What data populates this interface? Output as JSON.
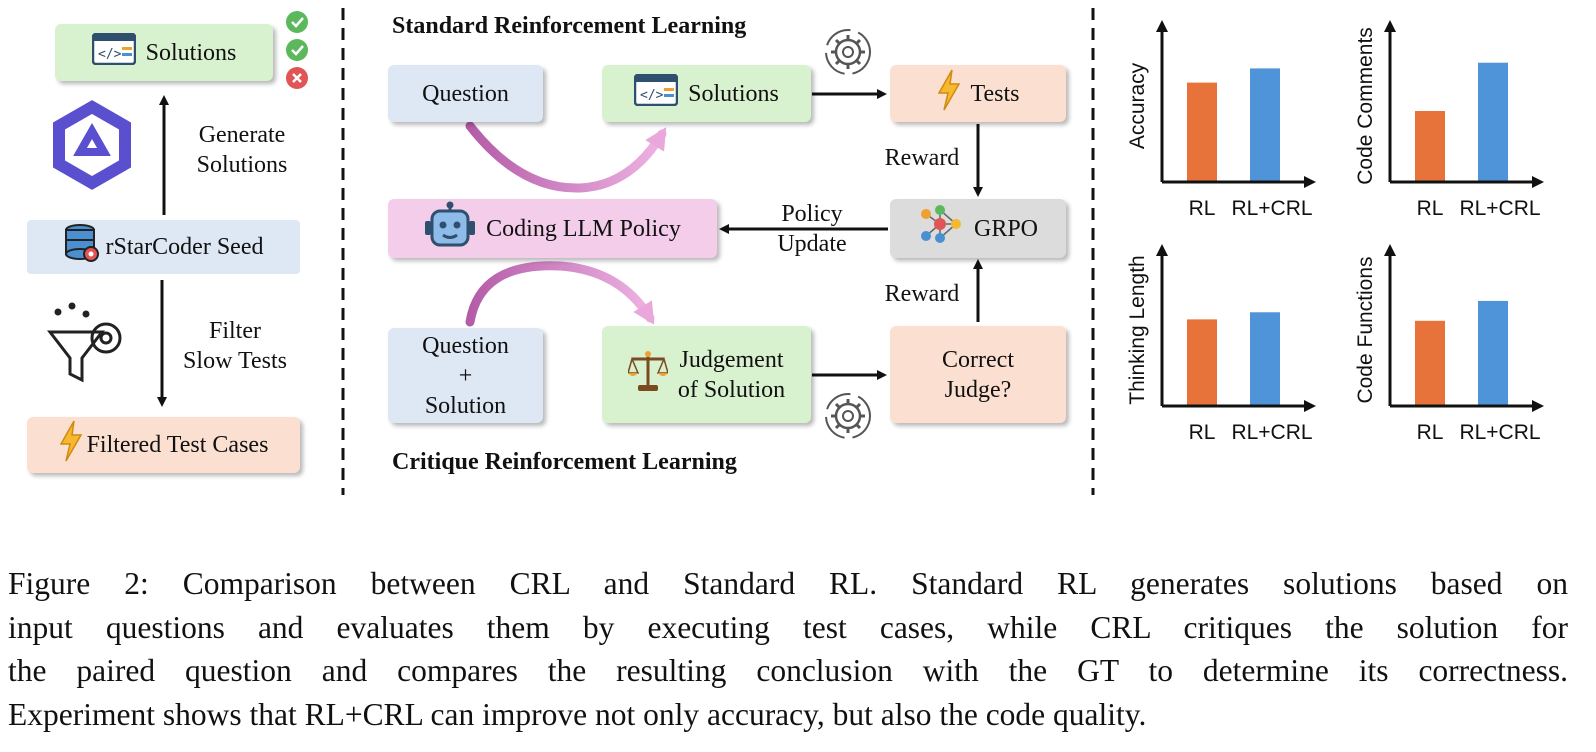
{
  "left_panel": {
    "solutions_label": "Solutions",
    "generate_label_1": "Generate",
    "generate_label_2": "Solutions",
    "seed_label": "rStarCoder Seed",
    "filter_label_1": "Filter",
    "filter_label_2": "Slow Tests",
    "filtered_label": "Filtered Test Cases"
  },
  "middle_panel": {
    "standard_title": "Standard Reinforcement Learning",
    "critique_title": "Critique Reinforcement Learning",
    "question_label": "Question",
    "solutions_label": "Solutions",
    "tests_label": "Tests",
    "reward_top": "Reward",
    "policy_label": "Coding LLM Policy",
    "policy_update_1": "Policy",
    "policy_update_2": "Update",
    "grpo_label": "GRPO",
    "reward_bottom": "Reward",
    "qs_line1": "Question",
    "qs_line2": "+",
    "qs_line3": "Solution",
    "judgement_line1": "Judgement",
    "judgement_line2": "of Solution",
    "correct_line1": "Correct",
    "correct_line2": "Judge?"
  },
  "colors": {
    "rl_bar": "#e8733a",
    "crl_bar": "#4f93d8",
    "green_box": "#d8f1cf",
    "blue_box": "#dde8f4",
    "peach_box": "#fbe0d2",
    "pink_box": "#f3cdea",
    "gray_box": "#dcdcdc"
  },
  "chart_data": [
    {
      "type": "bar",
      "ylabel": "Accuracy",
      "categories": [
        "RL",
        "RL+CRL"
      ],
      "values": [
        0.7,
        0.8
      ],
      "ylim": [
        0,
        1
      ]
    },
    {
      "type": "bar",
      "ylabel": "Code Comments",
      "categories": [
        "RL",
        "RL+CRL"
      ],
      "values": [
        0.5,
        0.84
      ],
      "ylim": [
        0,
        1
      ]
    },
    {
      "type": "bar",
      "ylabel": "Thinking Length",
      "categories": [
        "RL",
        "RL+CRL"
      ],
      "values": [
        0.61,
        0.66
      ],
      "ylim": [
        0,
        1
      ]
    },
    {
      "type": "bar",
      "ylabel": "Code Functions",
      "categories": [
        "RL",
        "RL+CRL"
      ],
      "values": [
        0.6,
        0.74
      ],
      "ylim": [
        0,
        1
      ]
    }
  ],
  "caption": {
    "line1": "Figure 2: Comparison between CRL and Standard RL. Standard RL generates solutions based on",
    "line2": "input questions and evaluates them by executing test cases, while CRL critiques the solution for",
    "line3": "the paired question and compares the resulting conclusion with the GT to determine its correctness.",
    "line4": "Experiment shows that RL+CRL can improve not only accuracy, but also the code quality."
  }
}
